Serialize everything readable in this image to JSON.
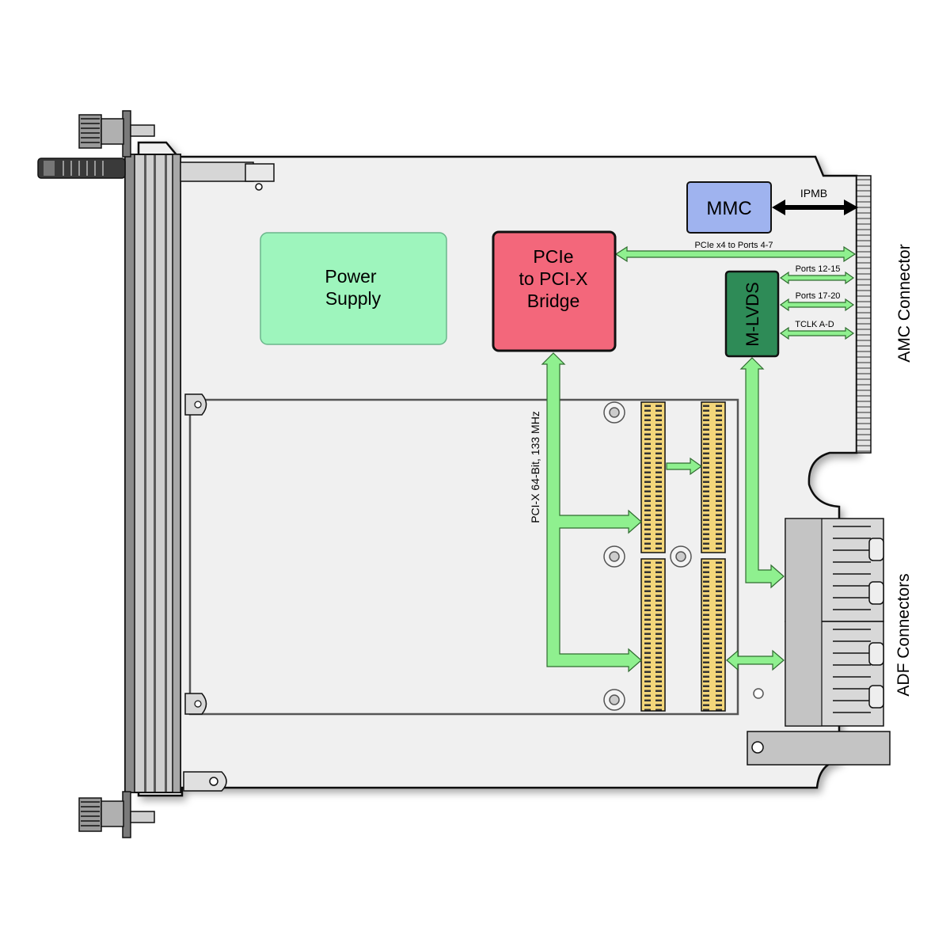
{
  "blocks": {
    "power_supply": [
      "Power",
      "Supply"
    ],
    "bridge": [
      "PCIe",
      "to PCI-X",
      "Bridge"
    ],
    "mmc": "MMC",
    "mlvds": "M-LVDS"
  },
  "links": {
    "ipmb": "IPMB",
    "pcie_x4": "PCIe x4 to Ports 4-7",
    "ports_12_15": "Ports 12-15",
    "ports_17_20": "Ports 17-20",
    "tclk": "TCLK A-D",
    "pcix_bus": "PCI-X 64-Bit, 133 MHz"
  },
  "edges": {
    "amc_connector": "AMC Connector",
    "adf_connectors": "ADF Connectors"
  },
  "colors": {
    "board": "#f0f0f0",
    "power_supply": "#9ef5bd",
    "bridge": "#f3677b",
    "mmc": "#9fb3ef",
    "mlvds": "#2e8b57",
    "arrow": "#8ff08f",
    "connector_gold": "#f3d67a",
    "faceplate": "#c8c8c8"
  }
}
